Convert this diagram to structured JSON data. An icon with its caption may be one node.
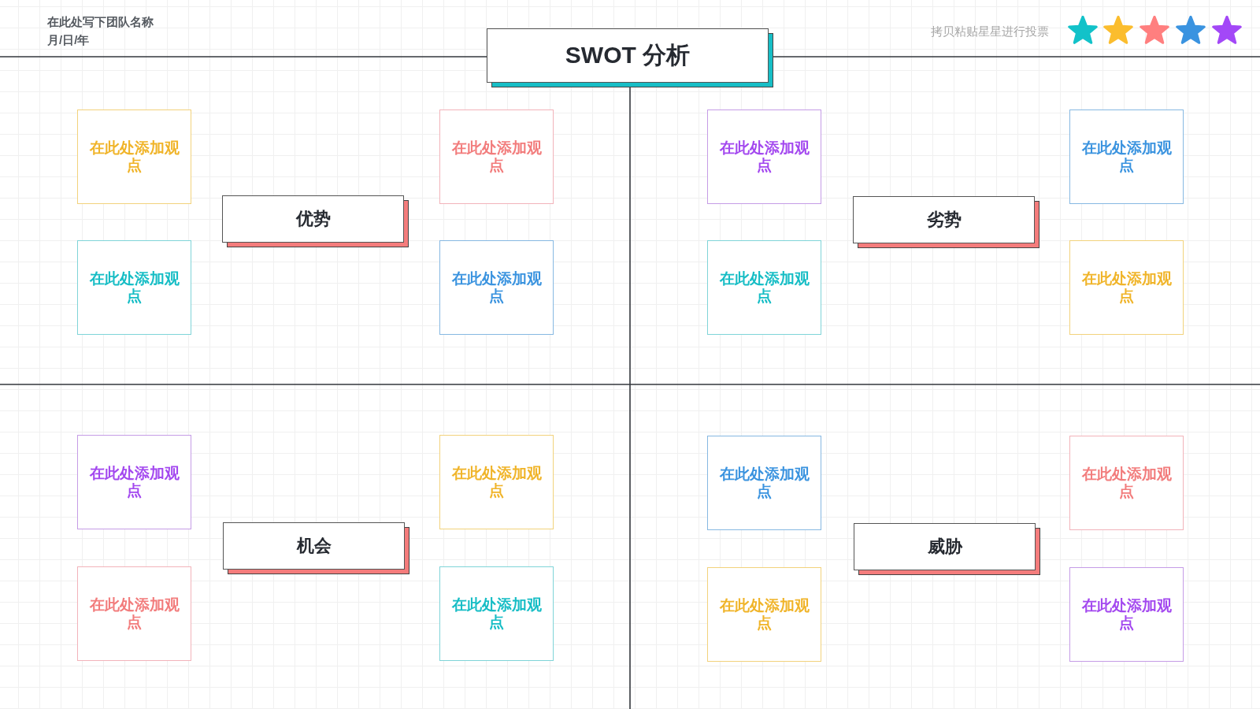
{
  "diagram": {
    "nodes": [
      {
        "text": [
          "SWOT 分析"
        ]
      },
      {
        "text": [
          "优势"
        ]
      },
      {
        "text": [
          "在此处添加观点"
        ]
      },
      {
        "text": [
          "在此处添加观点"
        ]
      },
      {
        "text": [
          "在此处添加观点"
        ]
      },
      {
        "text": [
          "在此处添加观点"
        ]
      },
      {
        "text": [
          "劣势"
        ]
      },
      {
        "text": [
          "在此处添加观点"
        ]
      },
      {
        "text": [
          "在此处添加观点"
        ]
      },
      {
        "text": [
          "在此处添加观点"
        ]
      },
      {
        "text": [
          "在此处添加观点"
        ]
      },
      {
        "text": [
          "机会"
        ]
      },
      {
        "text": [
          "在此处添加观点"
        ]
      },
      {
        "text": [
          "在此处添加观点"
        ]
      },
      {
        "text": [
          "在此处添加观点"
        ]
      },
      {
        "text": [
          "在此处添加观点"
        ]
      },
      {
        "text": [
          "威胁"
        ]
      },
      {
        "text": [
          "在此处添加观点"
        ]
      },
      {
        "text": [
          "在此处添加观点"
        ]
      },
      {
        "text": [
          "在此处添加观点"
        ]
      },
      {
        "text": [
          "在此处添加观点"
        ]
      }
    ],
    "labels": [
      "在此处写下团队名称",
      "月/日/年",
      "拷贝粘贴星星进行投票"
    ]
  }
}
